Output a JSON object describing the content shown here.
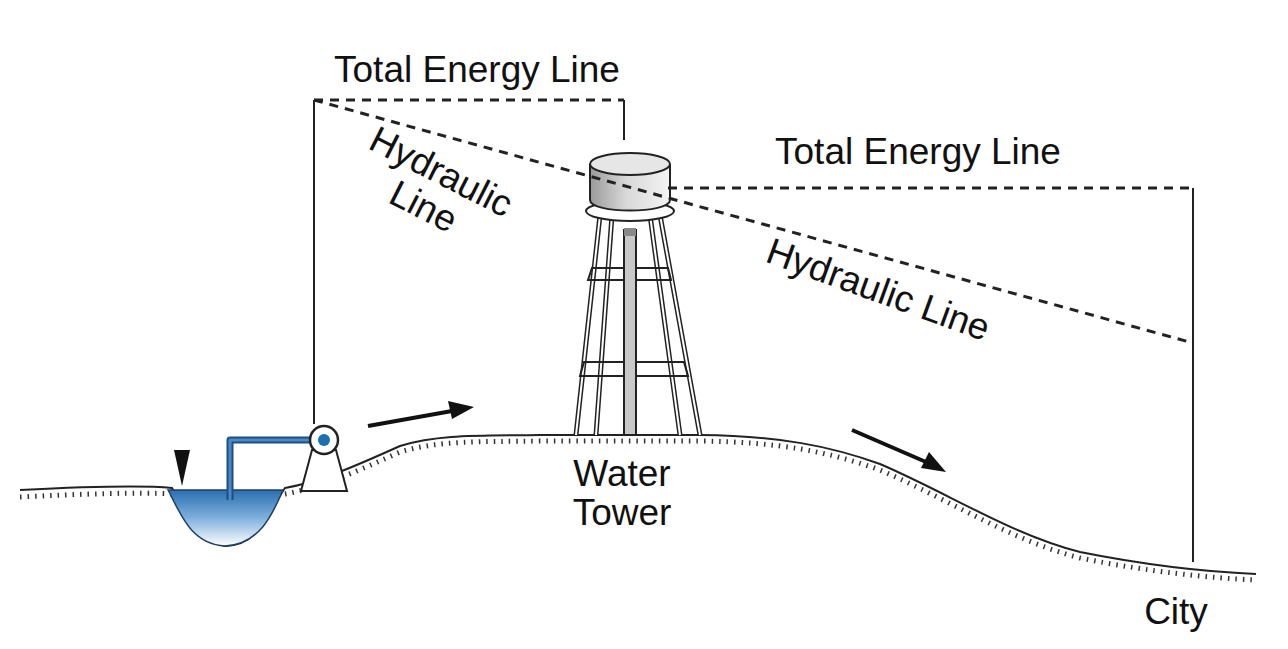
{
  "diagram": {
    "labels": [
      "Total Energy Line",
      "Hydraulic Line",
      "Total Energy Line",
      "Hydraulic Line",
      "Water Tower",
      "City"
    ]
  }
}
